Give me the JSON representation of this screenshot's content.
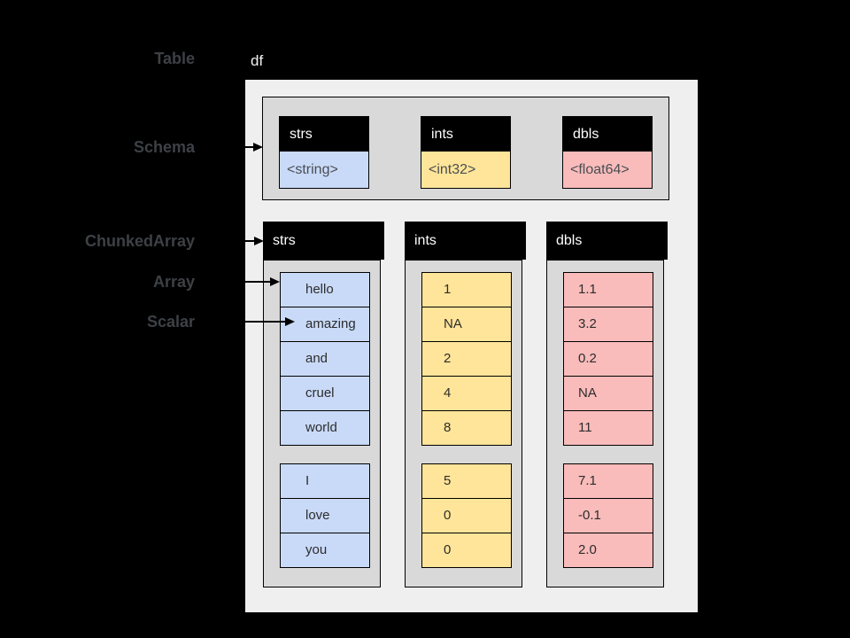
{
  "side_labels": [
    {
      "id": "table",
      "text": "Table"
    },
    {
      "id": "schema",
      "text": "Schema"
    },
    {
      "id": "chunked-array",
      "text": "ChunkedArray"
    },
    {
      "id": "array",
      "text": "Array"
    },
    {
      "id": "scalar",
      "text": "Scalar"
    }
  ],
  "table": {
    "name": "df",
    "schema": {
      "fields": [
        {
          "name": "strs",
          "type": "<string>"
        },
        {
          "name": "ints",
          "type": "<int32>"
        },
        {
          "name": "dbls",
          "type": "<float64>"
        }
      ]
    },
    "chunked_arrays": [
      {
        "name": "strs",
        "chunks": [
          [
            "hello",
            "amazing",
            "and",
            "cruel",
            "world"
          ],
          [
            "I",
            "love",
            "you"
          ]
        ]
      },
      {
        "name": "ints",
        "chunks": [
          [
            "1",
            "NA",
            "2",
            "4",
            "8"
          ],
          [
            "5",
            "0",
            "0"
          ]
        ]
      },
      {
        "name": "dbls",
        "chunks": [
          [
            "1.1",
            "3.2",
            "0.2",
            "NA",
            "11"
          ],
          [
            "7.1",
            "-0.1",
            "2.0"
          ]
        ]
      }
    ]
  },
  "colors": {
    "background": "#000000",
    "table_box": "#efefef",
    "container_gray": "#d9d9d9",
    "header_bg": "#000000",
    "header_text": "#ffffff",
    "label_text": "#3d4146",
    "arrow": "#000000",
    "strs": "#c9daf8",
    "ints": "#ffe599",
    "dbls": "#f9bcbb"
  }
}
